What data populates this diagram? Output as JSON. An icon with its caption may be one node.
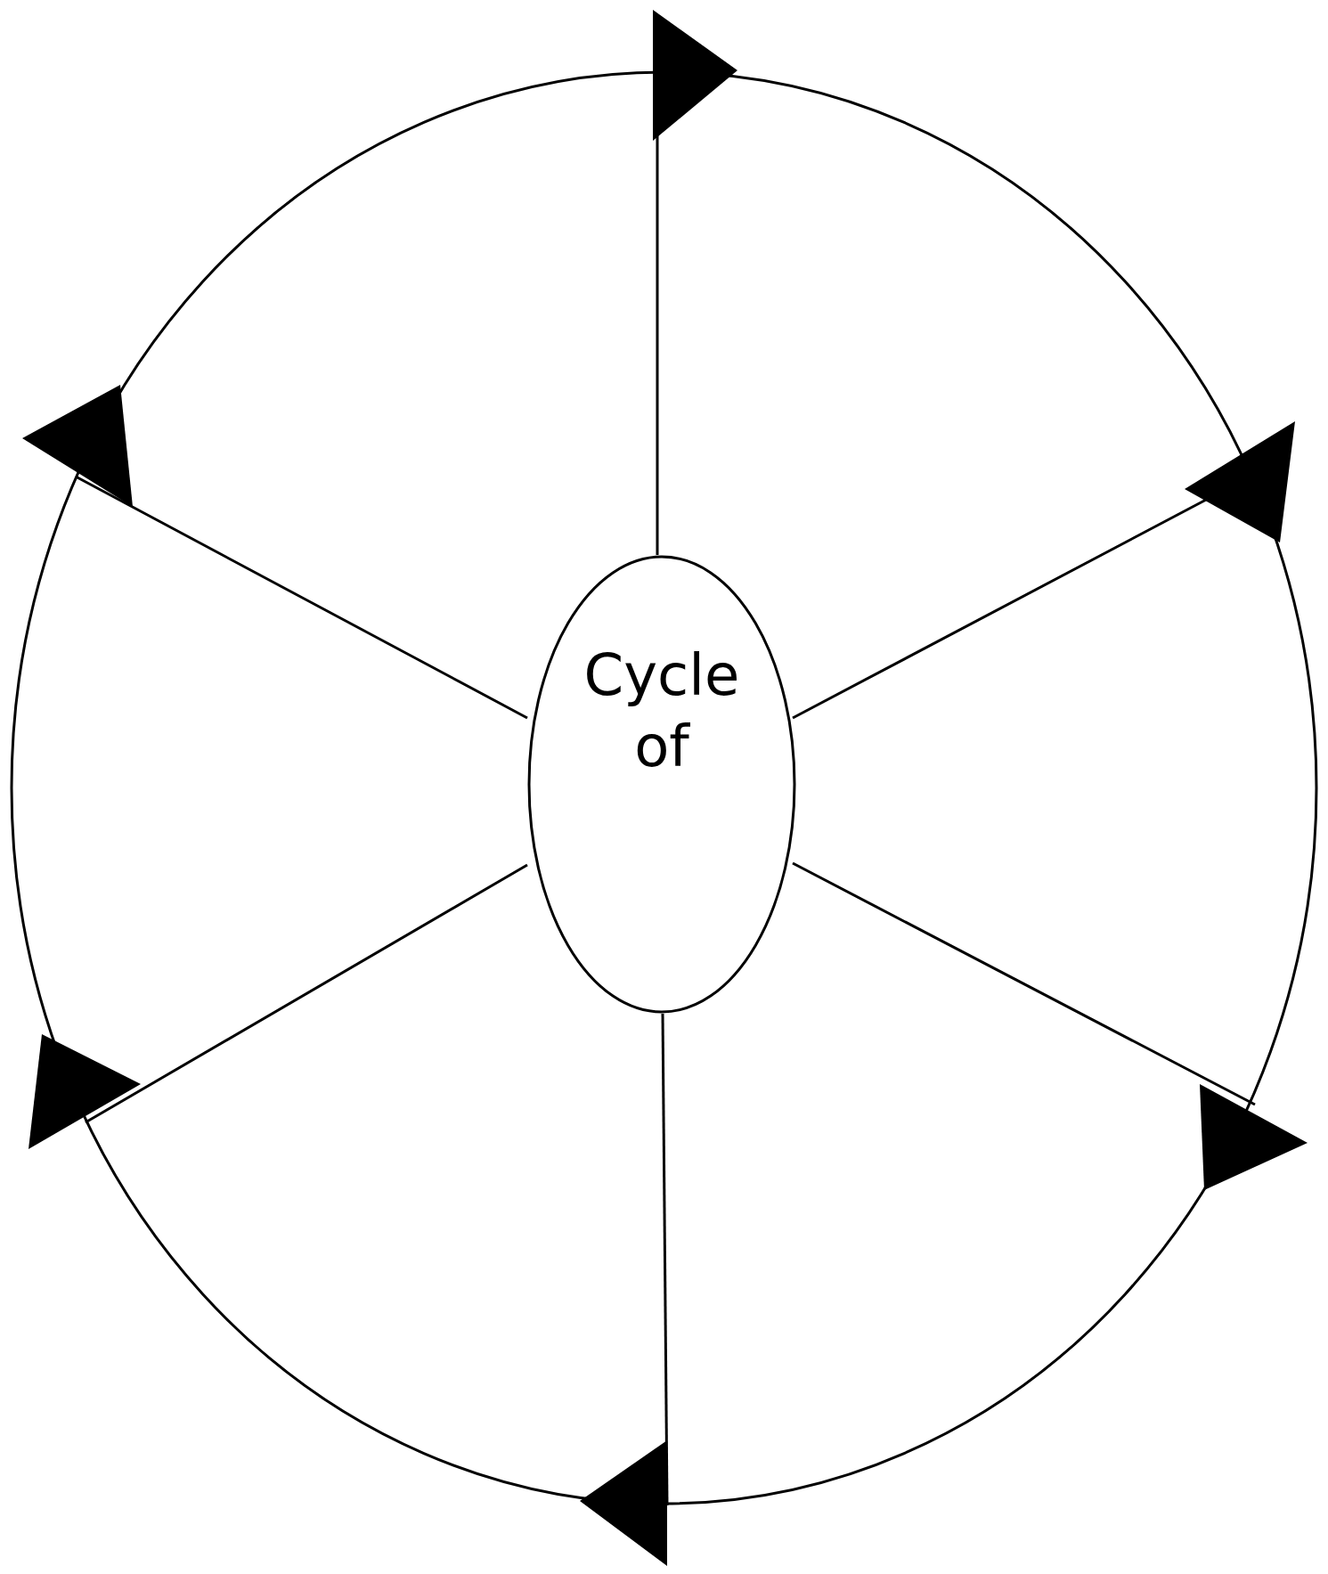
{
  "diagram": {
    "nodes": [
      {
        "text": [],
        "shape": "circle"
      },
      {
        "text": [
          "Cycle of"
        ],
        "in": 0
      }
    ]
  }
}
